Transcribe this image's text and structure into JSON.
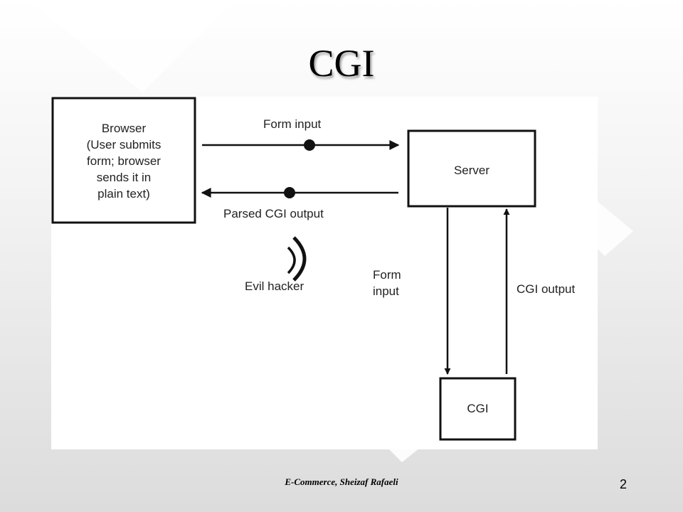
{
  "slide": {
    "title": "CGI",
    "footer": "E-Commerce, Sheizaf Rafaeli",
    "page_number": "2"
  },
  "diagram": {
    "nodes": {
      "browser": [
        "Browser",
        "(User submits",
        "form; browser",
        "sends it in",
        "plain text)"
      ],
      "server": "Server",
      "cgi": "CGI",
      "hacker": "Evil hacker"
    },
    "edges": {
      "browser_to_server": "Form input",
      "server_to_browser": "Parsed CGI output",
      "server_to_cgi": [
        "Form",
        "input"
      ],
      "cgi_to_server": "CGI output"
    }
  }
}
